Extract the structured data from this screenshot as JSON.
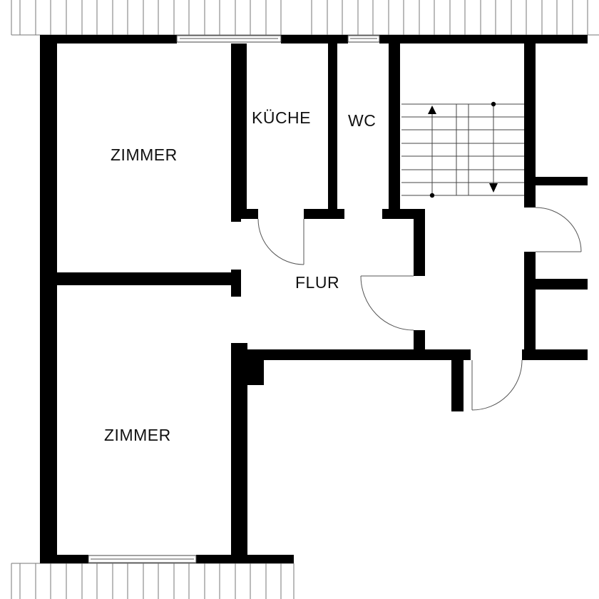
{
  "plan": {
    "colors": {
      "wall": "#000000",
      "background": "#ffffff",
      "line": "#555555"
    },
    "rooms": [
      {
        "id": "zimmer-1",
        "label": "ZIMMER"
      },
      {
        "id": "kueche",
        "label": "KÜCHE"
      },
      {
        "id": "wc",
        "label": "WC"
      },
      {
        "id": "flur",
        "label": "FLUR"
      },
      {
        "id": "zimmer-2",
        "label": "ZIMMER"
      }
    ],
    "staircase": {
      "steps_per_flight": 7,
      "flights": 2,
      "up_arrow": "up",
      "down_arrow": "down"
    }
  }
}
